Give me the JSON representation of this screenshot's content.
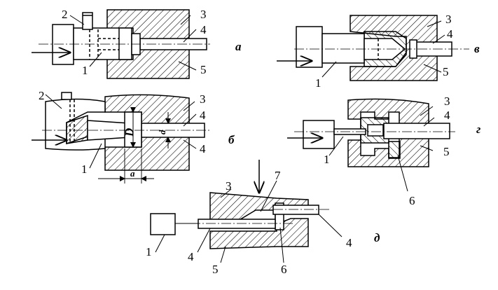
{
  "figures": {
    "a": {
      "tag": "а",
      "labels": {
        "n1": "1",
        "n2": "2",
        "n3": "3",
        "n4": "4",
        "n5": "5"
      }
    },
    "v": {
      "tag": "в",
      "labels": {
        "n1": "1",
        "n3": "3",
        "n4": "4",
        "n5": "5"
      }
    },
    "b": {
      "tag": "б",
      "labels": {
        "n1": "1",
        "n2": "2",
        "n3": "3",
        "n4a": "4",
        "n4b": "4",
        "dim_D": "D",
        "dim_d": "d",
        "dim_a": "a"
      }
    },
    "g": {
      "tag": "г",
      "labels": {
        "n1": "1",
        "n3": "3",
        "n4": "4",
        "n5": "5",
        "n6": "6"
      }
    },
    "d": {
      "tag": "д",
      "labels": {
        "n1": "1",
        "n3": "3",
        "n4a": "4",
        "n4b": "4",
        "n5": "5",
        "n6": "6",
        "n7": "7"
      }
    }
  },
  "colors": {
    "stroke": "#000000",
    "background": "#ffffff"
  }
}
